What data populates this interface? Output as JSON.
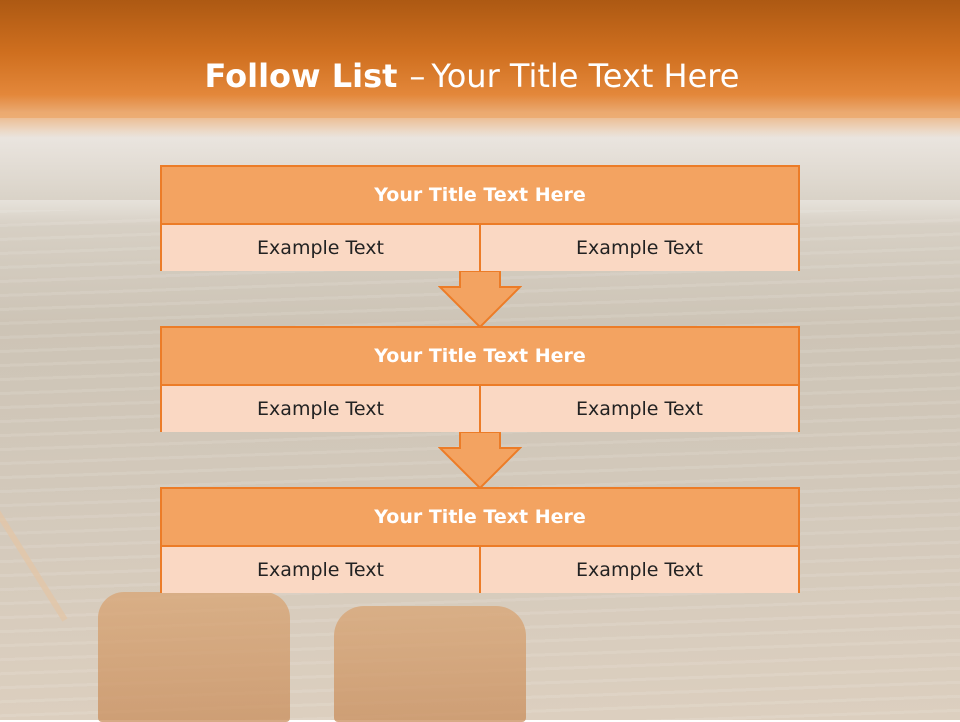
{
  "header": {
    "title_bold": "Follow List",
    "title_separator": "–",
    "title_rest": "Your Title Text Here"
  },
  "steps": [
    {
      "title": "Your Title Text Here",
      "left": "Example Text",
      "right": "Example Text"
    },
    {
      "title": "Your Title Text Here",
      "left": "Example Text",
      "right": "Example Text"
    },
    {
      "title": "Your Title Text Here",
      "left": "Example Text",
      "right": "Example Text"
    }
  ],
  "colors": {
    "accent": "#ec7c27",
    "header_fill": "#f3a361",
    "row_fill": "#fad8c3",
    "banner": "#cf6f1f"
  }
}
